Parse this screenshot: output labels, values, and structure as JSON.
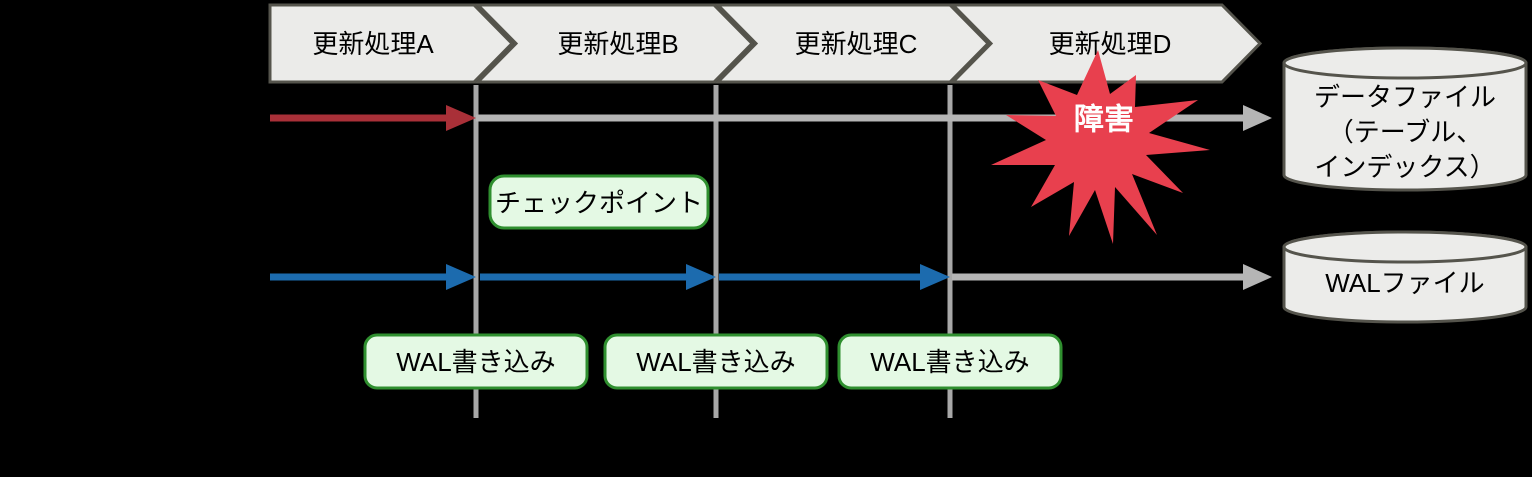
{
  "diagram": {
    "title": "WAL and checkpoint timeline diagram",
    "chevrons": [
      {
        "label": "更新処理A"
      },
      {
        "label": "更新処理B"
      },
      {
        "label": "更新処理C"
      },
      {
        "label": "更新処理D"
      }
    ],
    "checkpoint": {
      "label": "チェックポイント"
    },
    "wal_writes": [
      {
        "label": "WAL書き込み"
      },
      {
        "label": "WAL書き込み"
      },
      {
        "label": "WAL書き込み"
      }
    ],
    "failure": {
      "label": "障害"
    },
    "cylinders": {
      "data_file": {
        "lines": [
          "データファイル",
          "（テーブル、",
          "インデックス）"
        ]
      },
      "wal_file": {
        "label": "WALファイル"
      }
    },
    "colors": {
      "background": "#000000",
      "chevron_fill": "#ebebe9",
      "chevron_border": "#55544c",
      "timeline_gray": "#b5b5b5",
      "divider_gray": "#a8a8a8",
      "data_write_red": "#a93038",
      "wal_write_blue": "#1c6bae",
      "failure_red": "#e8404e",
      "box_fill": "#e4f9e4",
      "box_border": "#2f8f2f",
      "cylinder_fill": "#ececea",
      "cylinder_border": "#55544c"
    }
  }
}
